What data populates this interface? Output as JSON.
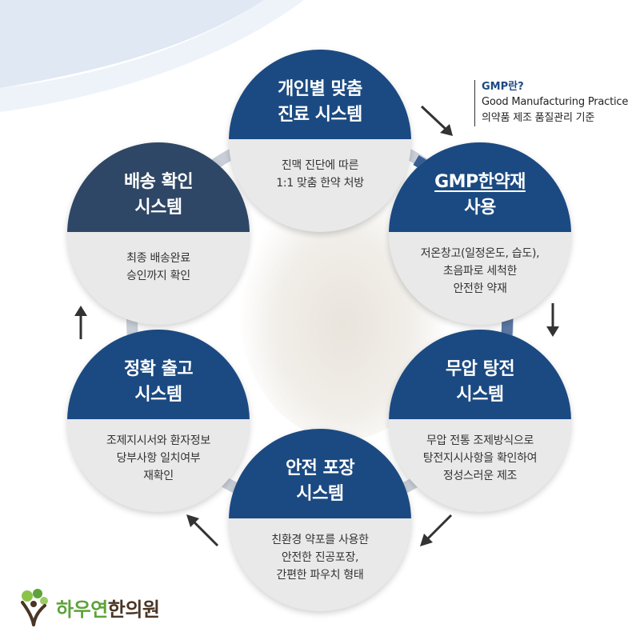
{
  "steps": [
    {
      "title": [
        "개인별 맞춤",
        "진료 시스템"
      ],
      "desc": [
        "진맥 진단에 따른",
        "1:1 맞춤 한약 처방"
      ]
    },
    {
      "title": [
        "GMP한약재",
        "사용"
      ],
      "desc": [
        "저온창고(일정온도, 습도),",
        "초음파로 세척한",
        "안전한 약재"
      ]
    },
    {
      "title": [
        "무압 탕전",
        "시스템"
      ],
      "desc": [
        "무압 전통 조제방식으로",
        "탕전지시사항을 확인하여",
        "정성스러운 제조"
      ]
    },
    {
      "title": [
        "안전 포장",
        "시스템"
      ],
      "desc": [
        "친환경 약포를 사용한",
        "안전한 진공포장,",
        "간편한 파우치 형태"
      ]
    },
    {
      "title": [
        "정확 출고",
        "시스템"
      ],
      "desc": [
        "조제지시서와 환자정보",
        "당부사항 일치여부",
        "재확인"
      ]
    },
    {
      "title": [
        "배송 확인",
        "시스템"
      ],
      "desc": [
        "최종 배송완료",
        "승인까지 확인"
      ]
    }
  ],
  "gmp_note": {
    "title": "GMP란?",
    "lines": [
      "Good Manufacturing Practice",
      "의약품 제조 품질관리 기준"
    ]
  },
  "logo": {
    "name_green": "하우연",
    "name_dark": "한의원"
  },
  "colors": {
    "header_blue": "#1b4a82",
    "header_slate": "#2f4766",
    "body_gray": "#e9e9e9",
    "logo_green": "#5da33a",
    "logo_brown": "#4a3524"
  }
}
